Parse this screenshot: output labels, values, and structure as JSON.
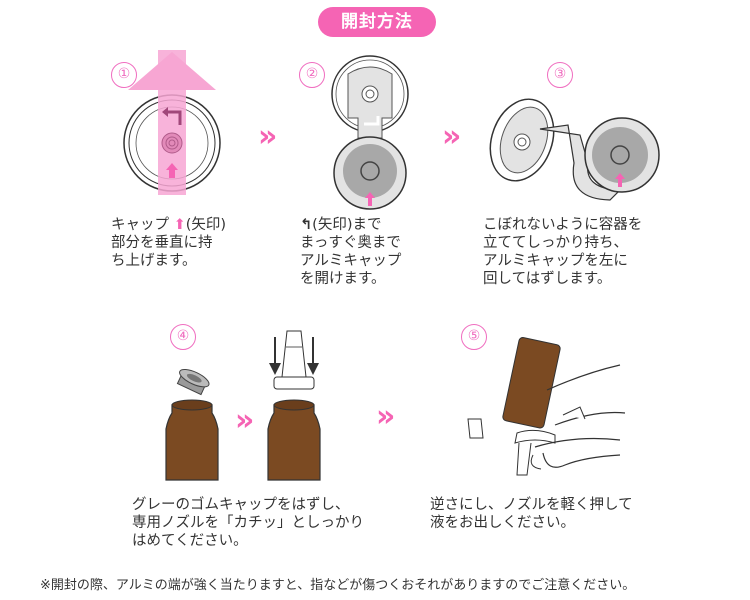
{
  "header": {
    "title": "開封方法",
    "title_bg": "#f564b4"
  },
  "steps": [
    {
      "number": "①",
      "caption_pre": "キャップ ",
      "caption_icon": "pink-up-arrow-icon",
      "caption_post": "(矢印)\n部分を垂直に持\nち上げます。"
    },
    {
      "number": "②",
      "caption_icon": "hook-arrow-icon",
      "caption_post": "(矢印)まで\nまっすぐ奥まで\nアルミキャップ\nを開けます。"
    },
    {
      "number": "③",
      "caption_post": "こぼれないように容器を\n立ててしっかり持ち、\nアルミキャップを左に\n回してはずします。"
    },
    {
      "number": "④",
      "caption_post": "グレーのゴムキャップをはずし、\n専用ノズルを「カチッ」としっかり\nはめてください。"
    },
    {
      "number": "⑤",
      "caption_post": "逆さにし、ノズルを軽く押して\n液をお出しください。"
    }
  ],
  "separators": {
    "glyph": "»",
    "color": "#f564b4"
  },
  "colors": {
    "accent_pink": "#f564b4",
    "bottle_brown": "#7b4a22",
    "cap_gray": "#9a9a9a",
    "light_gray": "#e3e3e3"
  },
  "footer": {
    "note": "※開封の際、アルミの端が強く当たりますと、指などが傷つくおそれがありますのでご注意ください。"
  }
}
